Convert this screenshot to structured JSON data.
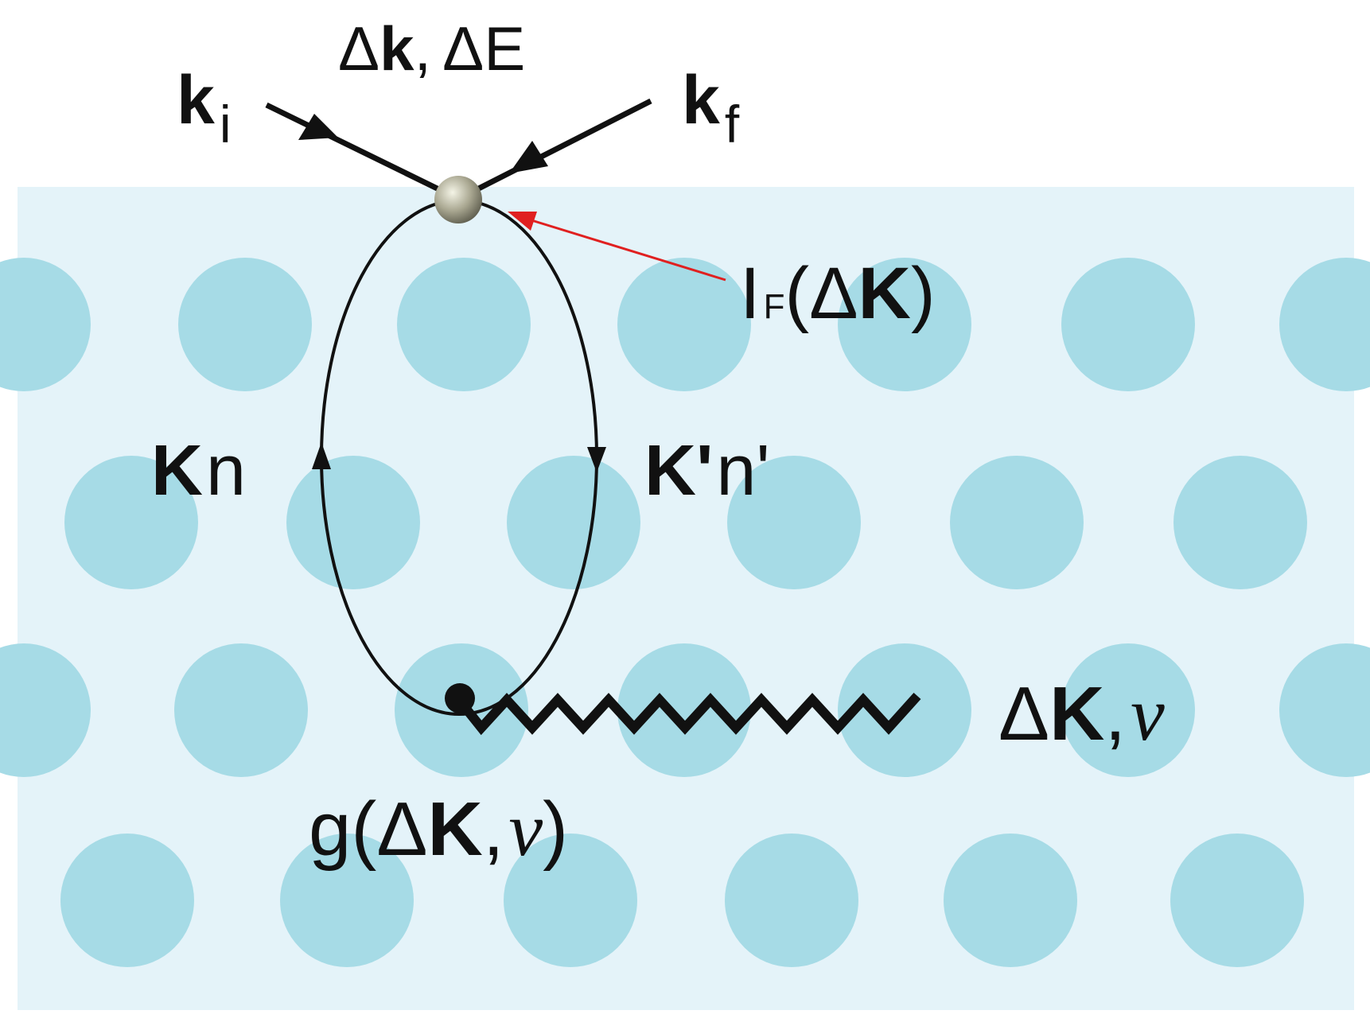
{
  "labels": {
    "incoming_k": "k",
    "incoming_sub": "i",
    "transfer_delta_k": "k",
    "transfer_sep": ",",
    "transfer_E": "E",
    "delta": "Δ",
    "outgoing_k": "k",
    "outgoing_sub": "f",
    "form_factor_I": "I",
    "form_factor_sub": "F",
    "form_factor_open": "(",
    "form_factor_K": "K",
    "form_factor_close": ")",
    "left_state_K": "K",
    "left_state_n": "n",
    "right_state_K": "K'",
    "right_state_n": "n'",
    "phonon_K": "K",
    "phonon_sep": ",",
    "phonon_nu": "ν",
    "coupling_g": "g(",
    "coupling_K": "K",
    "coupling_sep": ",",
    "coupling_nu": "ν",
    "coupling_close": ")"
  },
  "colors": {
    "background": "#ffffff",
    "surface": "#e4f3f9",
    "atoms": "#a6dbe6",
    "lines": "#111111",
    "pointer": "#e02020"
  }
}
